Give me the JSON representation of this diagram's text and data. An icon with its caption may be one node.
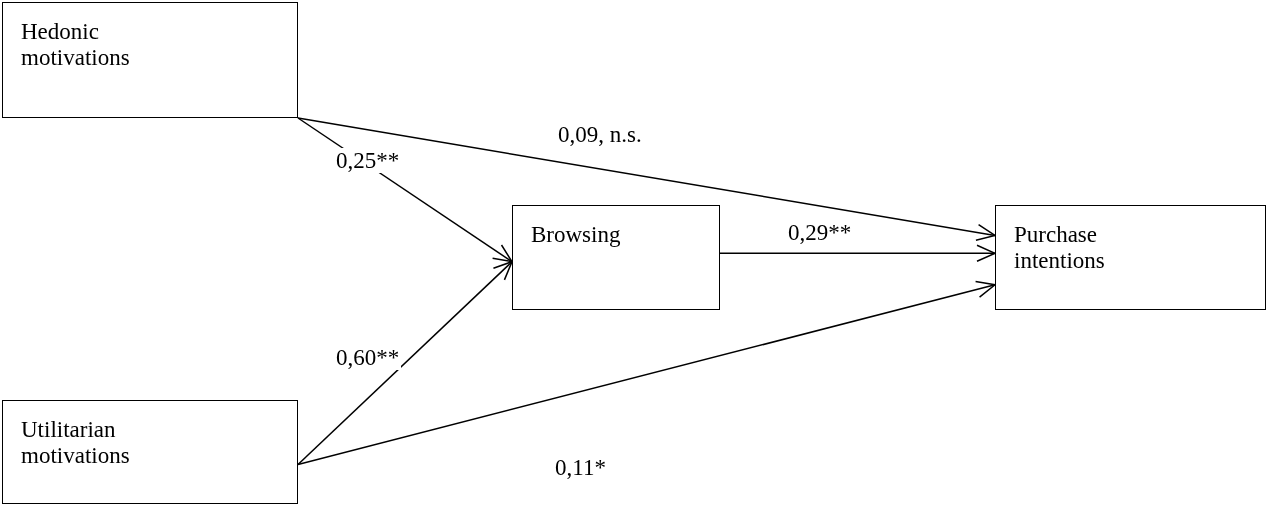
{
  "diagram": {
    "nodes": [
      {
        "text": [
          "Hedonic motivations"
        ]
      },
      {
        "text": [
          "Utilitarian motivations"
        ]
      },
      {
        "text": [
          "Browsing"
        ]
      },
      {
        "text": [
          "Purchase intentions"
        ]
      }
    ],
    "edges": [
      {
        "from": 0,
        "to": 3,
        "arrow": "to",
        "label": "0,09, n.s."
      },
      {
        "from": 0,
        "to": 2,
        "arrow": "to",
        "label": "0,25**"
      },
      {
        "from": 1,
        "to": 2,
        "arrow": "to",
        "label": "0,60**"
      },
      {
        "from": 2,
        "to": 3,
        "arrow": "to",
        "label": "0,29**"
      },
      {
        "from": 1,
        "to": 3,
        "arrow": "to",
        "label": "0,11*"
      }
    ]
  }
}
